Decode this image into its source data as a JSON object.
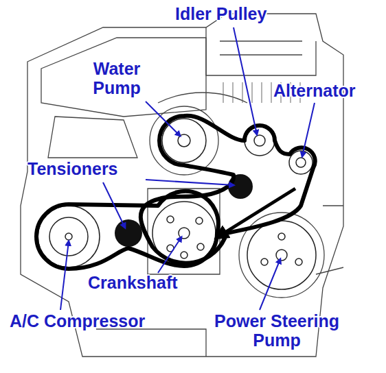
{
  "diagram": {
    "labels": [
      "Idler Pulley",
      "Water Pump",
      "Alternator",
      "Tensioners",
      "Crankshaft",
      "A/C Compressor",
      "Power Steering Pump"
    ]
  }
}
